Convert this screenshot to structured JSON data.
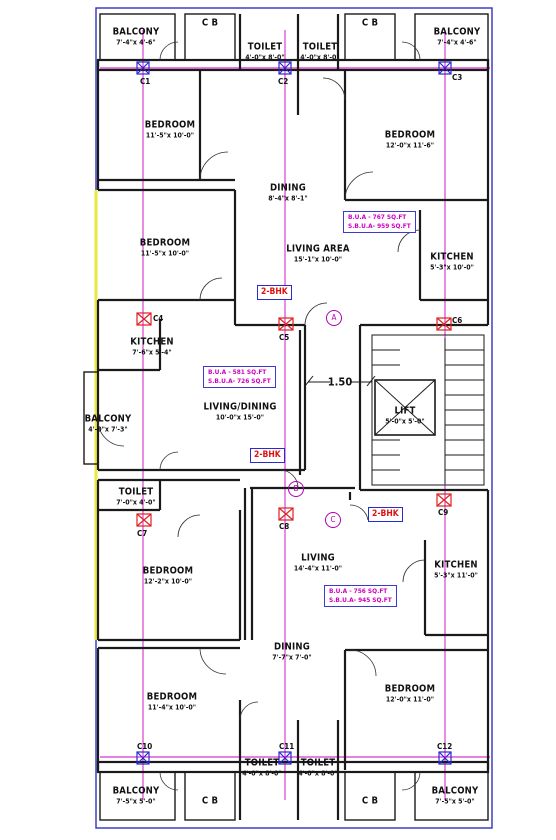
{
  "rooms": {
    "balcony_tl": {
      "name": "BALCONY",
      "dim": "7'-4\"x 4'-6\""
    },
    "balcony_tr": {
      "name": "BALCONY",
      "dim": "7'-4\"x 4'-6\""
    },
    "cb_tl": {
      "name": "C B"
    },
    "cb_tr": {
      "name": "C B"
    },
    "toilet_t1": {
      "name": "TOILET",
      "dim": "4'-0\"x 8'-0\""
    },
    "toilet_t2": {
      "name": "TOILET",
      "dim": "4'-0\"x 8'-0\""
    },
    "bedroom_1": {
      "name": "BEDROOM",
      "dim": "11'-5\"x 10'-0\""
    },
    "bedroom_2": {
      "name": "BEDROOM",
      "dim": "12'-0\"x 11'-6\""
    },
    "dining_top": {
      "name": "DINING",
      "dim": "8'-4\"x 8'-1\""
    },
    "living_area": {
      "name": "LIVING AREA",
      "dim": "15'-1\"x 10'-0\""
    },
    "bedroom_3": {
      "name": "BEDROOM",
      "dim": "11'-5\"x 10'-0\""
    },
    "kitchen_tr": {
      "name": "KITCHEN",
      "dim": "5'-3\"x 10'-0\""
    },
    "kitchen_ml": {
      "name": "KITCHEN",
      "dim": "7'-6\"x 5'-4\""
    },
    "balcony_ml": {
      "name": "BALCONY",
      "dim": "4'-0\"x 7'-3\""
    },
    "living_dining": {
      "name": "LIVING/DINING",
      "dim": "10'-0\"x 15'-0\""
    },
    "lift": {
      "name": "LIFT",
      "dim": "5'-0\"x 5'-0\""
    },
    "toilet_ml": {
      "name": "TOILET",
      "dim": "7'-0\"x 4'-0\""
    },
    "living_bot": {
      "name": "LIVING",
      "dim": "14'-4\"x 11'-0\""
    },
    "bedroom_4": {
      "name": "BEDROOM",
      "dim": "12'-2\"x 10'-0\""
    },
    "kitchen_br": {
      "name": "KITCHEN",
      "dim": "5'-3\"x 11'-0\""
    },
    "dining_bot": {
      "name": "DINING",
      "dim": "7'-7\"x 7'-0\""
    },
    "bedroom_5": {
      "name": "BEDROOM",
      "dim": "11'-4\"x 10'-0\""
    },
    "bedroom_6": {
      "name": "BEDROOM",
      "dim": "12'-0\"x 11'-0\""
    },
    "toilet_b1": {
      "name": "TOILET",
      "dim": "4'-0\"x 8'-0\""
    },
    "toilet_b2": {
      "name": "TOILET",
      "dim": "4'-0\"x 8'-0\""
    },
    "balcony_bl": {
      "name": "BALCONY",
      "dim": "7'-5\"x 5'-0\""
    },
    "balcony_br": {
      "name": "BALCONY",
      "dim": "7'-5\"x 5'-0\""
    },
    "cb_bl": {
      "name": "C B"
    },
    "cb_br": {
      "name": "C B"
    }
  },
  "columns": [
    "C1",
    "C2",
    "C3",
    "C4",
    "C5",
    "C6",
    "C7",
    "C8",
    "C9",
    "C10",
    "C11",
    "C12"
  ],
  "areas": {
    "a": {
      "bua": "B.U.A  - 767 SQ.FT",
      "sbua": "S.B.U.A- 959 SQ.FT"
    },
    "b": {
      "bua": "B.U.A  - 581 SQ.FT",
      "sbua": "S.B.U.A- 726 SQ.FT"
    },
    "c": {
      "bua": "B.U.A  - 756 SQ.FT",
      "sbua": "S.B.U.A- 945 SQ.FT"
    }
  },
  "units": {
    "top": "2-BHK",
    "mid": "2-BHK",
    "bot": "2-BHK"
  },
  "flat_marks": {
    "a": "A",
    "b": "B",
    "c": "C"
  },
  "corridor_dim": "1.50",
  "colors": {
    "wall": "#1a1a1a",
    "grid": "#d000c0",
    "column": "#e02020",
    "column_blue": "#2a2ad0",
    "outline": "#3030c0",
    "plot": "#e8e840"
  }
}
